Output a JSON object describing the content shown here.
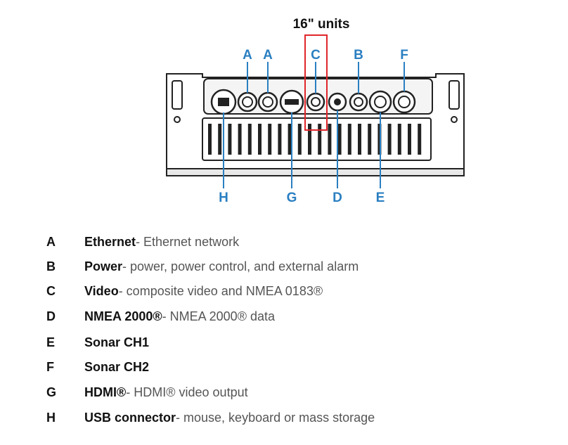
{
  "title": "16\" units",
  "top_labels": [
    "A",
    "A",
    "C",
    "B",
    "F"
  ],
  "bottom_labels": [
    "H",
    "G",
    "D",
    "E"
  ],
  "label_color": "#2a7fc1",
  "highlight_color": "#e0262b",
  "legend": [
    {
      "key": "A",
      "name": "Ethernet",
      "desc": " - Ethernet network"
    },
    {
      "key": "B",
      "name": "Power",
      "desc": " - power, power control, and external alarm"
    },
    {
      "key": "C",
      "name": "Video",
      "desc": "- composite video and NMEA 0183®"
    },
    {
      "key": "D",
      "name": "NMEA 2000®",
      "desc": " - NMEA 2000® data"
    },
    {
      "key": "E",
      "name": "Sonar CH1",
      "desc": ""
    },
    {
      "key": "F",
      "name": "Sonar CH2",
      "desc": ""
    },
    {
      "key": "G",
      "name": "HDMI®",
      "desc": " - HDMI® video output"
    },
    {
      "key": "H",
      "name": "USB connector",
      "desc": " - mouse, keyboard or mass storage"
    }
  ]
}
